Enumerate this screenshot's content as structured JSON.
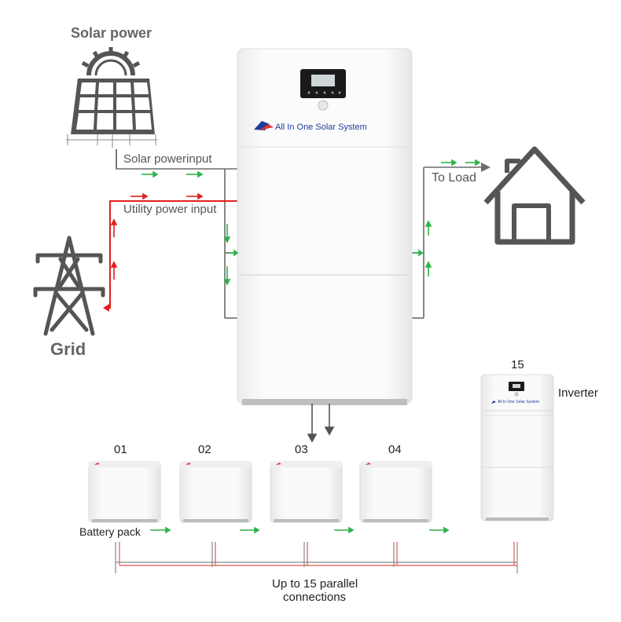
{
  "labels": {
    "solar_power": "Solar power",
    "solar_input": "Solar powerinput",
    "utility_input": "Utility power input",
    "to_load": "To Load",
    "grid": "Grid",
    "inverter": "Inverter",
    "battery_pack": "Battery pack",
    "parallel_line1": "Up to 15 parallel",
    "parallel_line2": "connections",
    "brand_main": "All In One Solar System",
    "brand_small": "All In One Solar System"
  },
  "packs": [
    "01",
    "02",
    "03",
    "04"
  ],
  "inverter_index": "15",
  "colors": {
    "flow_green": "#2db34a",
    "flow_red": "#e02020",
    "line_gray": "#666666",
    "icon_gray": "#555555",
    "cabinet_white": "#f7f7f7",
    "brand_blue": "#1f3d9e"
  },
  "icons": {
    "solar": "solar-panel-icon",
    "grid": "power-tower-icon",
    "home": "house-icon"
  }
}
